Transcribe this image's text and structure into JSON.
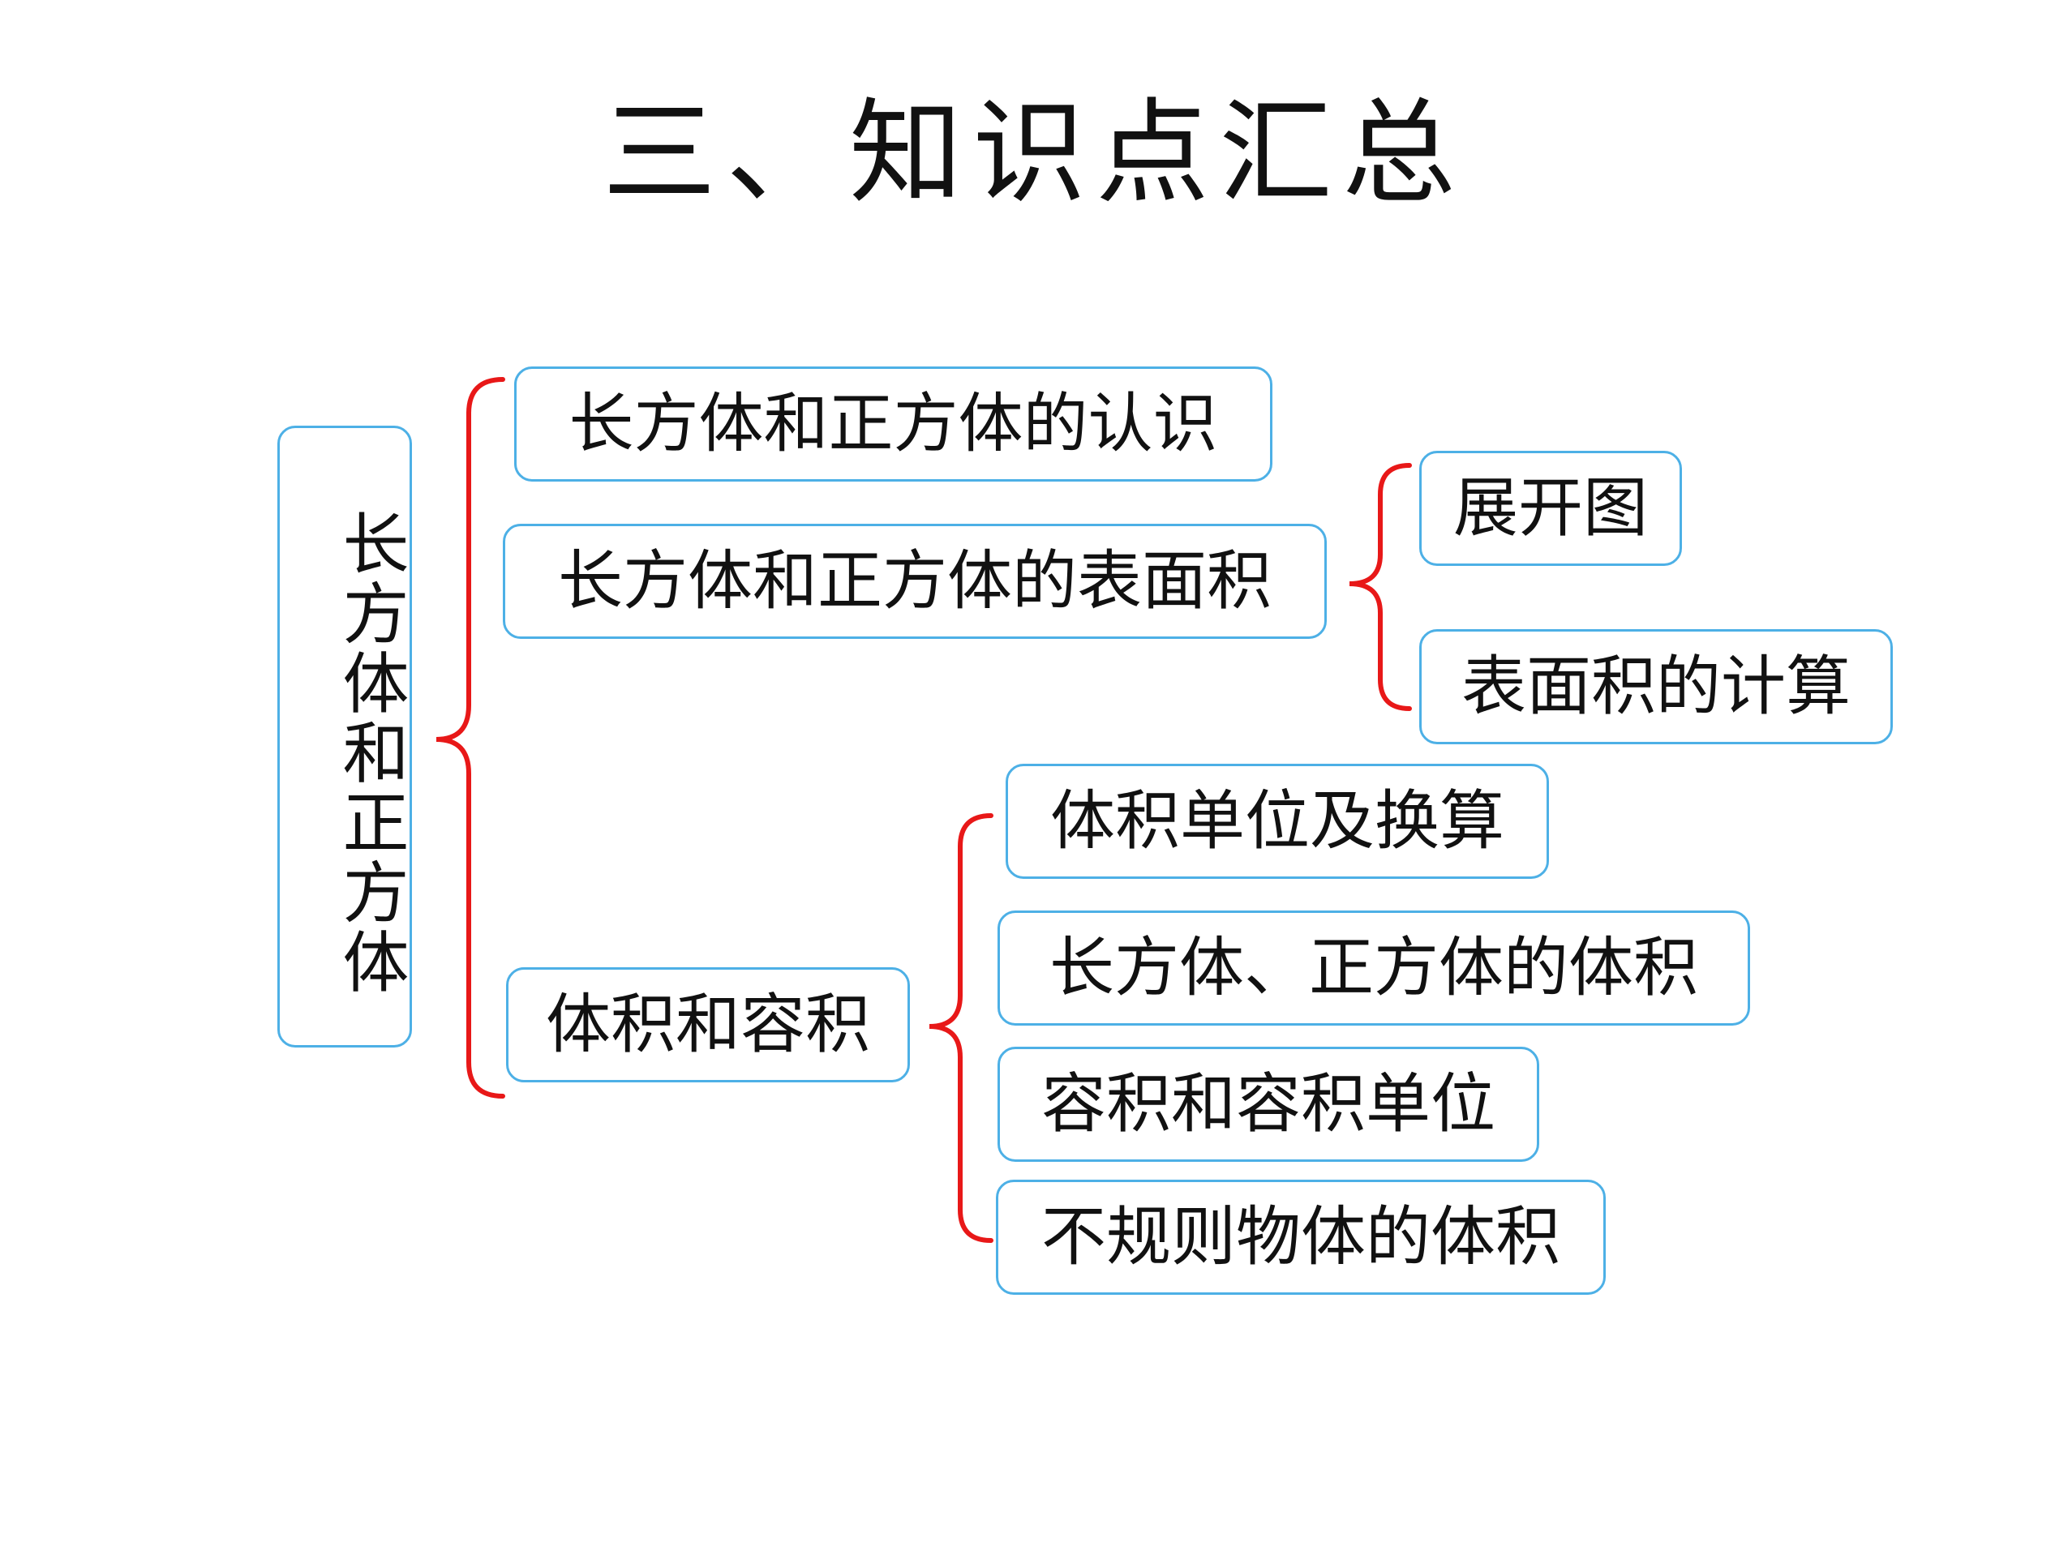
{
  "title": "三、知识点汇总",
  "root": "长方体和正方体",
  "level1": [
    "长方体和正方体的认识",
    "长方体和正方体的表面积",
    "体积和容积"
  ],
  "surface_area_children": [
    "展开图",
    "表面积的计算"
  ],
  "volume_children": [
    "体积单位及换算",
    "长方体、正方体的体积",
    "容积和容积单位",
    "不规则物体的体积"
  ],
  "colors": {
    "box_border": "#4db0e6",
    "brace": "#e81818",
    "text": "#111111"
  }
}
